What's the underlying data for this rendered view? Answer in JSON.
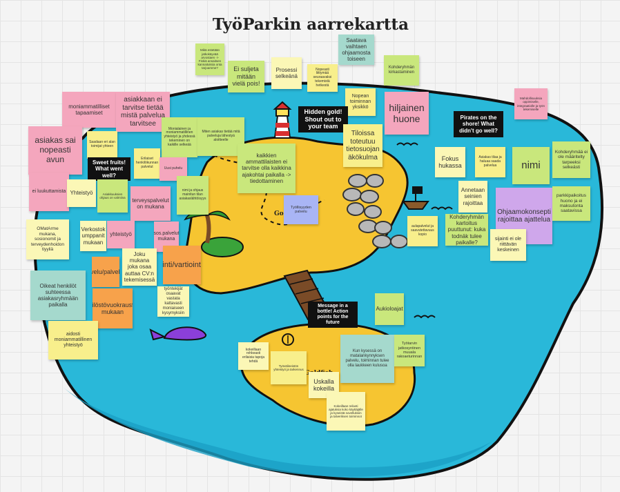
{
  "board": {
    "title": "TyöParkin aarrekartta"
  },
  "colors": {
    "sea": "#29b8d9",
    "sea_dark": "#1a9fc4",
    "island": "#f6c531",
    "outline": "#111111",
    "pink": "#f4a6bd",
    "yellow": "#f8ef8c",
    "lightyellow": "#fbf7b6",
    "green": "#c9e77c",
    "teal": "#a5d9cd",
    "orange": "#f7a24b",
    "blue": "#a9b5f5",
    "purple": "#cfa7eb"
  },
  "labels": {
    "island1": "Gold",
    "island2": "Goldfish"
  },
  "notes": [
    {
      "text": "Mikä estetään jatkokäyvää arvostaen -> Fiskiä ansaitsen kannaituksia onta tarjoamme?",
      "color": "green"
    },
    {
      "text": "Ei suljeta mitään vielä pois!",
      "color": "green"
    },
    {
      "text": "Prosessi selkeänä",
      "color": "lightyellow"
    },
    {
      "text": "Saatava vaihtaen ohjaamosta toiseen",
      "color": "teal"
    },
    {
      "text": "Nopeasti liittymää seuraavaksi tekemistä hetkestä",
      "color": "yellow"
    },
    {
      "text": "Kohderyhmän kirkastaminen",
      "color": "green"
    },
    {
      "text": "Nopean toiminnan yksikkö",
      "color": "yellow"
    },
    {
      "text": "Mahdollisuuksia oppimiselle, integraatiolle ja työn tekemiselle",
      "color": "pink"
    },
    {
      "text": "moniammatilliset tapaamiset",
      "color": "pink"
    },
    {
      "text": "asiakkaan ei tarvitse tietää mistä palvelua tarvitsee",
      "color": "pink"
    },
    {
      "text": "Monialainen ja moniammatillinen yhteistyö ja yhdessä tekeminen on kaikille selkeää",
      "color": "green"
    },
    {
      "text": "Miten asiakas tietää mitä palveluja lähestyä aloitteelle",
      "color": "green"
    },
    {
      "text": "Hidden gold! Shout out to your team",
      "color": "dark"
    },
    {
      "text": "hiljainen huone",
      "color": "pink"
    },
    {
      "text": "Pirates on the shore! What didn't go well?",
      "color": "dark"
    },
    {
      "text": "asiakas sai nopeasti avun",
      "color": "pink"
    },
    {
      "text": "Saadaan eri alan toimijat yhteen",
      "color": "yellow"
    },
    {
      "text": "Sweet fruits! What went well?",
      "color": "dark"
    },
    {
      "text": "Erilaiset henkilökunnan palvelut",
      "color": "yellow"
    },
    {
      "text": "Uusi puhelu",
      "color": "pink"
    },
    {
      "text": "kaikkien ammattilaisten ei tarvitse olla kaikkina ajakohtai paikalla -> tiedottaminen",
      "color": "green"
    },
    {
      "text": "Tiloissa toteutuu tietosuojan äkökulma",
      "color": "yellow"
    },
    {
      "text": "Fokus hukassa",
      "color": "lightyellow"
    },
    {
      "text": "Asiakas tilaa ja haluaa saada palvelua",
      "color": "yellow"
    },
    {
      "text": "nimi",
      "color": "green"
    },
    {
      "text": "Kohderyhmää ei ole määritelty tarpeeksi selkeästi",
      "color": "green"
    },
    {
      "text": "ei luukuttamista",
      "color": "pink"
    },
    {
      "text": "Yhteistyö",
      "color": "lightyellow"
    },
    {
      "text": "Asiakkuuksien ohjaus on valmiina",
      "color": "green"
    },
    {
      "text": "terveyspalvelut on mukana",
      "color": "pink"
    },
    {
      "text": "nimi ja ohjaus mainitun tilan asiakaslähtöisyys",
      "color": "green"
    },
    {
      "text": "Työllisyyden palvelu",
      "color": "blue"
    },
    {
      "text": "Annetaan seinien rajoittaa",
      "color": "lightyellow"
    },
    {
      "text": "Ohjaamokonsepti rajoittaa ajattelua",
      "color": "purple"
    },
    {
      "text": "parkkipaikoitus huono ja ei maksutonta saatavissa",
      "color": "green"
    },
    {
      "text": "OMatArme mukana, sosionomit ja terveydenhoidon tiyyliä",
      "color": "lightyellow"
    },
    {
      "text": "Verkostok umppanit mukaan",
      "color": "lightyellow"
    },
    {
      "text": "yhteistyö",
      "color": "pink"
    },
    {
      "text": "sos.palvelut mukana",
      "color": "pink"
    },
    {
      "text": "aulapalvelut ja saavutettavuus kopio",
      "color": "yellow"
    },
    {
      "text": "Kohderyhmän kartoitus puuttunut: kuka todnäk tulee paikalle?",
      "color": "green"
    },
    {
      "text": "sijainti ei ole riittävän keskeinen",
      "color": "lightyellow"
    },
    {
      "text": "Aulapalvelu/palveluohjaus",
      "color": "orange"
    },
    {
      "text": "Joku mukana joka osaa auttaa CV:n tekemisessä",
      "color": "lightyellow"
    },
    {
      "text": "Vartiointi/vartiointikutsu",
      "color": "orange"
    },
    {
      "text": "Oikeat henkilöt suhteessa asiakasryhmään paikalla",
      "color": "teal"
    },
    {
      "text": "Henkilöstövuokrausfirmat mukaan",
      "color": "orange"
    },
    {
      "text": "työntekijät osaavat vastata kattavasti moniaiseen kysymyksiin",
      "color": "lightyellow"
    },
    {
      "text": "Message in a bottle! Action points for the future",
      "color": "dark"
    },
    {
      "text": "Aukioloajat",
      "color": "green"
    },
    {
      "text": "aidosti moniammatillinen yhteistyö",
      "color": "yellow"
    },
    {
      "text": "kokeillaan rohkeasti erilaisia tapoja tehdä",
      "color": "lightyellow"
    },
    {
      "text": "Työvälineistön yhteistyö ja tarkennus",
      "color": "yellow"
    },
    {
      "text": "Kun kysessä on matalankynnyksen palvelu, toiminnan tulee olla laukkeen kulusoa",
      "color": "teal"
    },
    {
      "text": "Työtarvin jatkosyntinen muuala rakoaeturinnan",
      "color": "green"
    },
    {
      "text": "Uskalla kokeilla",
      "color": "lightyellow"
    },
    {
      "text": "Kokeillaan reilusti ajatuksia koko käyttäjälle ja kyseistä sovelluksiin ja talveriksen toiminnot",
      "color": "lightyellow"
    }
  ]
}
